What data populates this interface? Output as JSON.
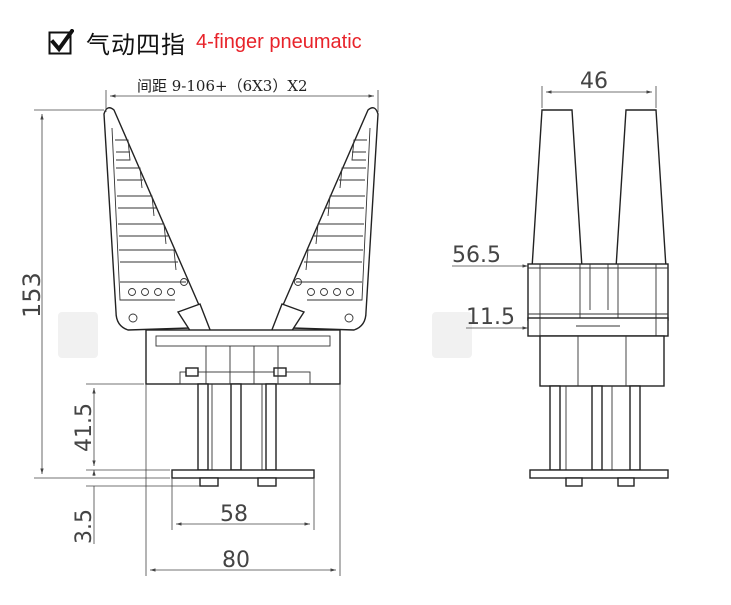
{
  "header": {
    "title_cn": "气动四指",
    "title_en": "4-finger pneumatic",
    "accent_color": "#e8232a",
    "checkbox_icon": "checkmark-icon"
  },
  "dimensions": {
    "spacing_label": "间距 9-106+（6X3）X2",
    "width_46": "46",
    "offset_56_5": "56.5",
    "offset_11_5": "11.5",
    "height_153": "153",
    "height_41_5": "41.5",
    "base_3_5": "3.5",
    "width_58": "58",
    "width_80": "80"
  }
}
